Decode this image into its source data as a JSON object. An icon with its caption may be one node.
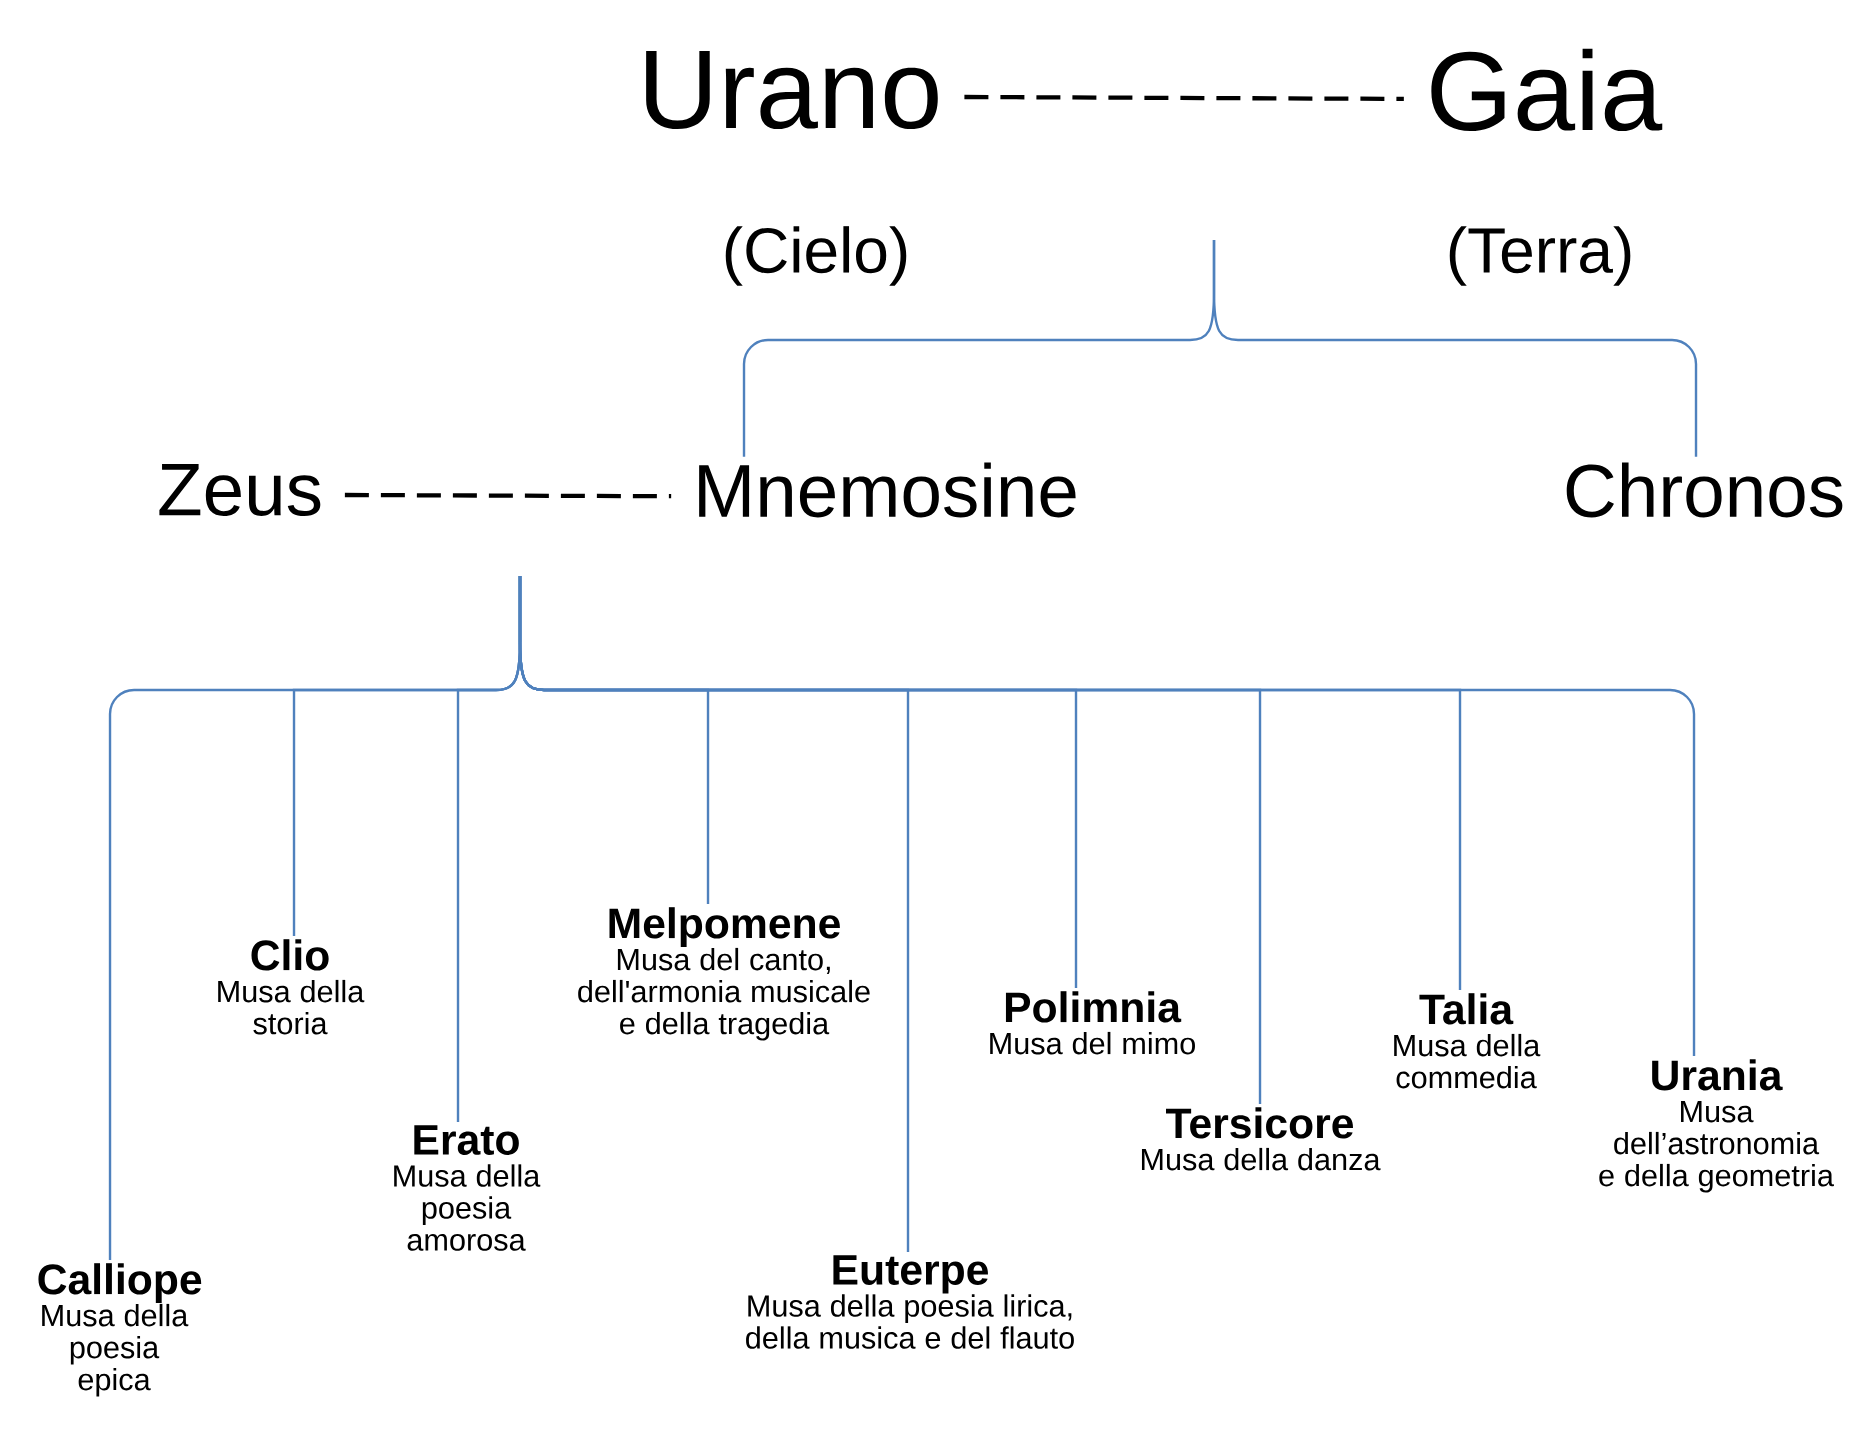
{
  "diagram": {
    "nodes": [
      {
        "text": [
          "Urano"
        ],
        "beside": [
          "(Cielo)"
        ]
      },
      {
        "text": [
          "Gaia"
        ],
        "beside": [
          "(Terra)"
        ]
      },
      {
        "text": [
          "Zeus"
        ]
      },
      {
        "text": [
          "Mnemosine"
        ]
      },
      {
        "text": [
          "Chronos"
        ]
      },
      {
        "text": [
          "Calliope",
          "Musa della poesia epica"
        ]
      },
      {
        "text": [
          "Clio",
          "Musa della storia"
        ]
      },
      {
        "text": [
          "Erato",
          "Musa della poesia amorosa"
        ]
      },
      {
        "text": [
          "Melpomene",
          "Musa del canto, dell'armonia musicale e della tragedia"
        ]
      },
      {
        "text": [
          "Euterpe",
          "Musa della poesia lirica, della musica e del flauto"
        ]
      },
      {
        "text": [
          "Polimnia",
          "Musa del mimo"
        ]
      },
      {
        "text": [
          "Tersicore",
          "Musa della danza"
        ]
      },
      {
        "text": [
          "Talia",
          "Musa della commedia"
        ]
      },
      {
        "text": [
          "Urania",
          "Musa dell’astronomia e della geometria"
        ]
      }
    ],
    "edges": [
      {
        "from": 0,
        "to": 1,
        "arrow": "none",
        "style": "dashed",
        "color": "#000000"
      },
      {
        "from": null,
        "to": 3,
        "arrow": "none"
      },
      {
        "from": null,
        "to": 4,
        "arrow": "none"
      },
      {
        "from": 2,
        "to": 3,
        "arrow": "none",
        "style": "dashed",
        "color": "#000000"
      },
      {
        "from": null,
        "to": 5,
        "arrow": "none"
      },
      {
        "from": null,
        "to": 6,
        "arrow": "none"
      },
      {
        "from": null,
        "to": 7,
        "arrow": "none"
      },
      {
        "from": null,
        "to": 8,
        "arrow": "none"
      },
      {
        "from": null,
        "to": 9,
        "arrow": "none"
      },
      {
        "from": null,
        "to": 10,
        "arrow": "none"
      },
      {
        "from": null,
        "to": 11,
        "arrow": "none"
      },
      {
        "from": null,
        "to": 12,
        "arrow": "none"
      },
      {
        "from": null,
        "to": 13,
        "arrow": "none"
      }
    ]
  }
}
